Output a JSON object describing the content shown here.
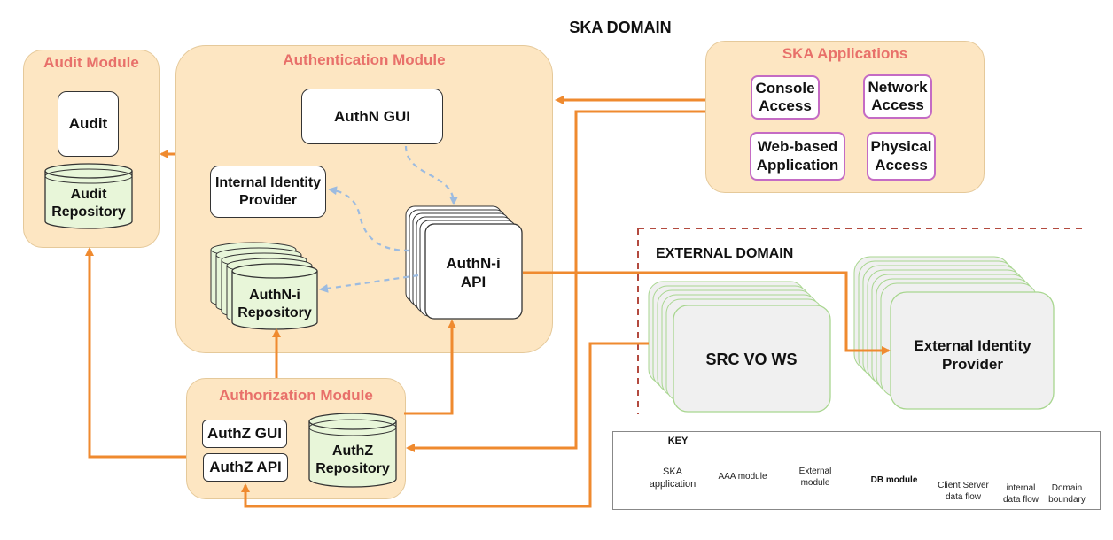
{
  "title": "SKA DOMAIN",
  "external_domain_label": "EXTERNAL DOMAIN",
  "modules": {
    "audit": {
      "title": "Audit Module",
      "audit_box": "Audit",
      "repo": "Audit Repository"
    },
    "authentication": {
      "title": "Authentication Module",
      "gui": "AuthN GUI",
      "idp": "Internal Identity Provider",
      "api": "AuthN-i API",
      "repo": "AuthN-i Repository"
    },
    "authorization": {
      "title": "Authorization Module",
      "gui": "AuthZ GUI",
      "api": "AuthZ API",
      "repo": "AuthZ Repository"
    },
    "applications": {
      "title": "SKA Applications",
      "items": [
        "Console Access",
        "Network Access",
        "Web-based Application",
        "Physical Access"
      ]
    }
  },
  "external": {
    "src_vo_ws": "SRC VO WS",
    "ext_idp": "External Identity Provider"
  },
  "key": {
    "title": "KEY",
    "ska_application": "SKA application",
    "aaa_module": "AAA module",
    "external_module": "External module",
    "db_module": "DB module",
    "client_server": "Client Server data flow",
    "internal": "internal data flow",
    "domain_boundary": "Domain boundary"
  },
  "colors": {
    "module_fill": "#fde6c2",
    "title_red": "#e8706a",
    "orange_flow": "#ef8a2f",
    "blue_flow": "#9cbbe0",
    "boundary": "#b34a3f",
    "external_green": "#a8d68f",
    "db_fill": "#e8f6d9"
  }
}
